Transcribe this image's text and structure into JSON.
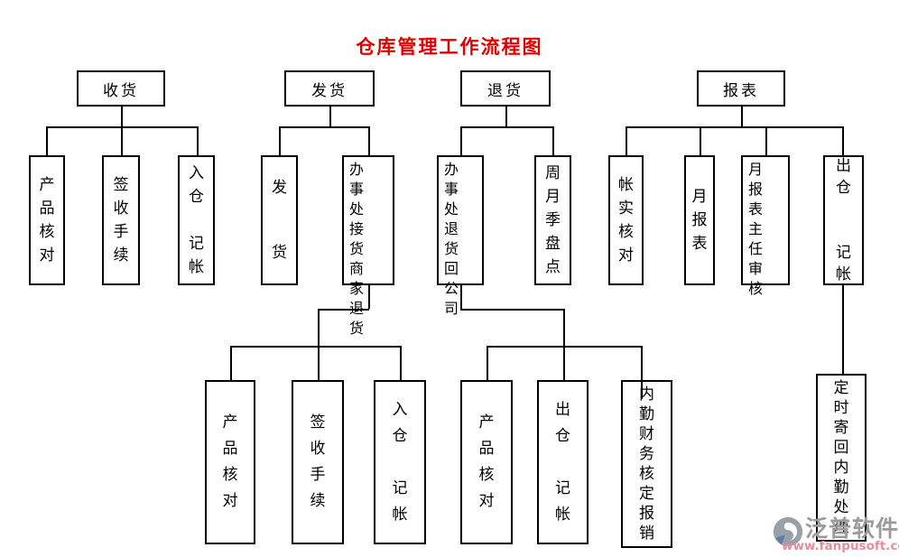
{
  "title": "仓库管理工作流程图",
  "colors": {
    "background": "#ffffff",
    "title": "#e00000",
    "box_border": "#000000",
    "connector": "#000000",
    "watermark_brand": "#9b9b9b",
    "watermark_url": "#e98b9d"
  },
  "boxes": {
    "receiving": {
      "label": "收货"
    },
    "shipping": {
      "label": "发货"
    },
    "returns": {
      "label": "退货"
    },
    "reports": {
      "label": "报表"
    },
    "recv_product_check": {
      "label": "产\n品\n核\n对"
    },
    "recv_sign_procedure": {
      "label": "签\n收\n手\n续"
    },
    "recv_warehouse_in": {
      "label": "入\n仓\n\n记\n帐"
    },
    "ship_dispatch": {
      "label": "发\n\n\n货"
    },
    "ship_office_receive": {
      "label": "办事\n处接\n货商\n家退\n货"
    },
    "ret_office_return": {
      "label": "办事\n处退\n货回\n公司"
    },
    "ret_stocktake": {
      "label": "周\n月\n季\n盘\n点"
    },
    "rep_account_check": {
      "label": "帐\n实\n核\n对"
    },
    "rep_monthly_report": {
      "label": "月\n报\n表"
    },
    "rep_director_review": {
      "label": "月报\n表主\n任审\n核"
    },
    "rep_warehouse_out": {
      "label": "出\n仓\n\n\n记\n帐"
    },
    "ship_product_check": {
      "label": "产\n品\n核\n对"
    },
    "ship_sign_procedure": {
      "label": "签\n收\n手\n续"
    },
    "ship_warehouse_in": {
      "label": "入\n仓\n\n记\n帐"
    },
    "ret_product_check": {
      "label": "产\n品\n核\n对"
    },
    "ret_warehouse_out": {
      "label": "出\n仓\n\n记\n帐"
    },
    "ret_finance_approve": {
      "label": "内\n勤\n财\n务\n核\n定\n报\n销"
    },
    "rep_mail_back": {
      "label": "定\n时\n寄\n回\n内\n勤\n处\n理"
    }
  },
  "hierarchy": [
    {
      "parent": "收货",
      "children": [
        "产品核对",
        "签收手续",
        "入仓记帐"
      ]
    },
    {
      "parent": "发货",
      "children": [
        "发货",
        "办事处接货商家退货"
      ]
    },
    {
      "parent": "办事处接货商家退货",
      "children": [
        "产品核对",
        "签收手续",
        "入仓记帐"
      ]
    },
    {
      "parent": "退货",
      "children": [
        "办事处退货回公司",
        "周月季盘点"
      ]
    },
    {
      "parent": "办事处退货回公司",
      "children": [
        "产品核对",
        "出仓记帐",
        "内勤财务核定报销"
      ]
    },
    {
      "parent": "报表",
      "children": [
        "帐实核对",
        "月报表",
        "月报表主任审核",
        "出仓记帐"
      ]
    },
    {
      "parent": "出仓记帐",
      "children": [
        "定时寄回内勤处理"
      ]
    }
  ],
  "watermark": {
    "brand": "泛普软件",
    "url": "www.fanpusoft.com"
  }
}
